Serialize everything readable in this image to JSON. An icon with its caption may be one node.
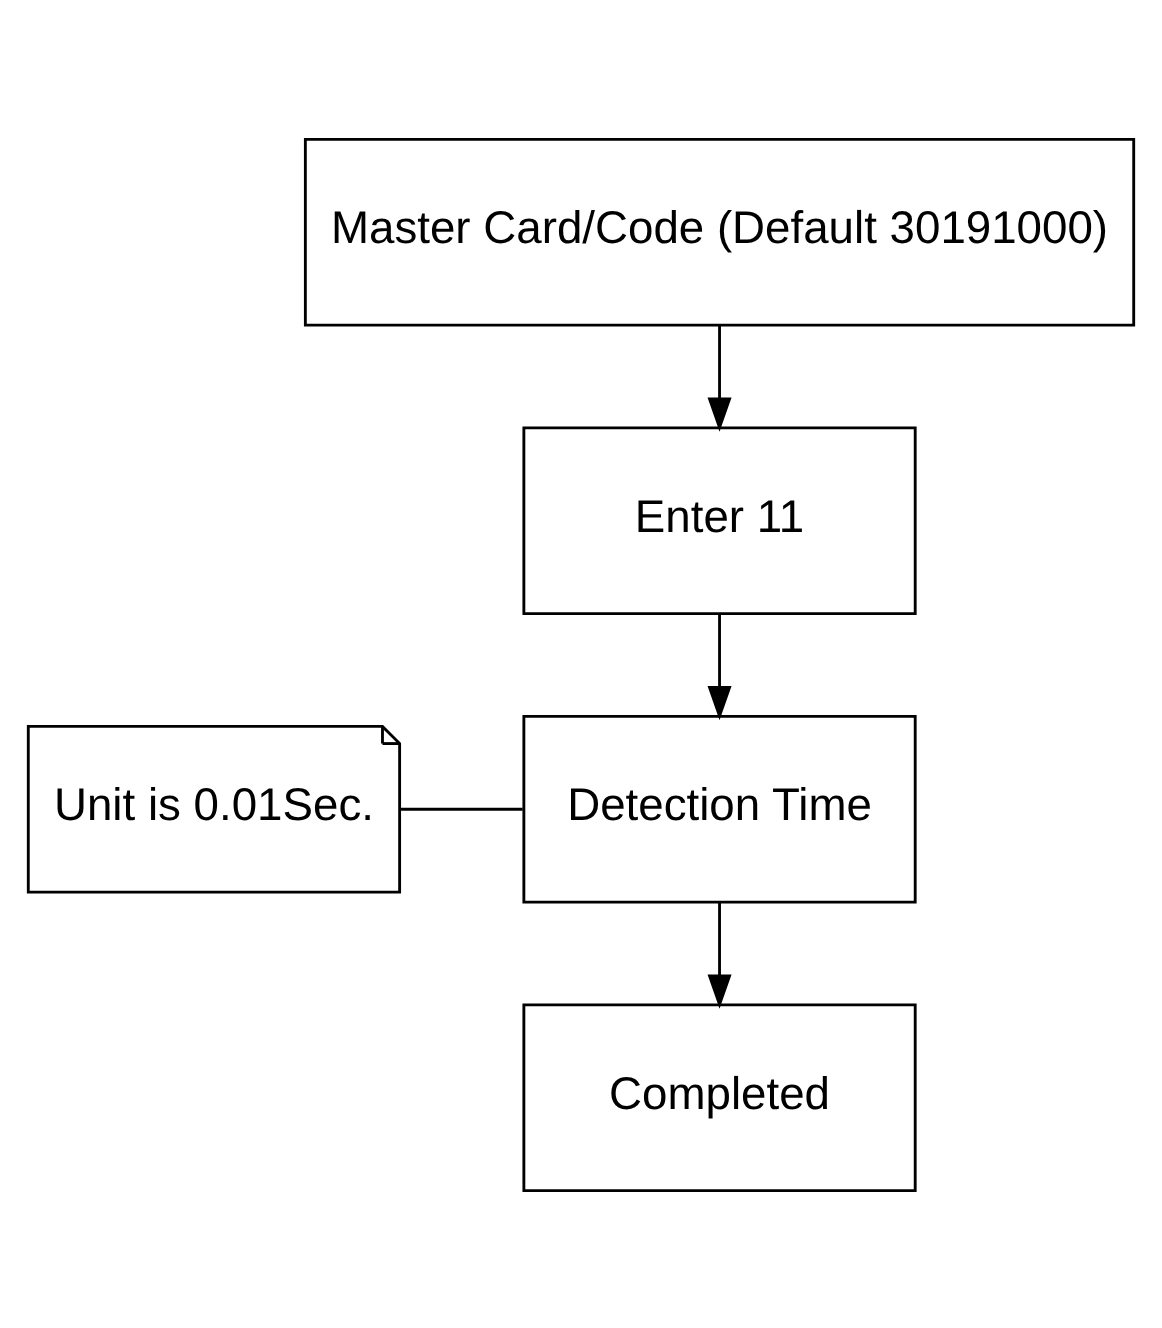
{
  "diagram": {
    "nodes": [
      {
        "text": [
          "Master Card/Code (Default 30191000)"
        ]
      },
      {
        "text": [
          "Enter 11"
        ]
      },
      {
        "text": [
          "Detection Time"
        ]
      },
      {
        "text": [
          "Completed"
        ]
      },
      {
        "text": [
          "Unit is 0.01Sec."
        ]
      }
    ],
    "edges": [
      {
        "from": 0,
        "to": 1,
        "arrow": "to"
      },
      {
        "from": 1,
        "to": 2,
        "arrow": "to"
      },
      {
        "from": 2,
        "to": 3,
        "arrow": "to"
      },
      {
        "from": 4,
        "to": 2,
        "arrow": "none"
      }
    ]
  }
}
